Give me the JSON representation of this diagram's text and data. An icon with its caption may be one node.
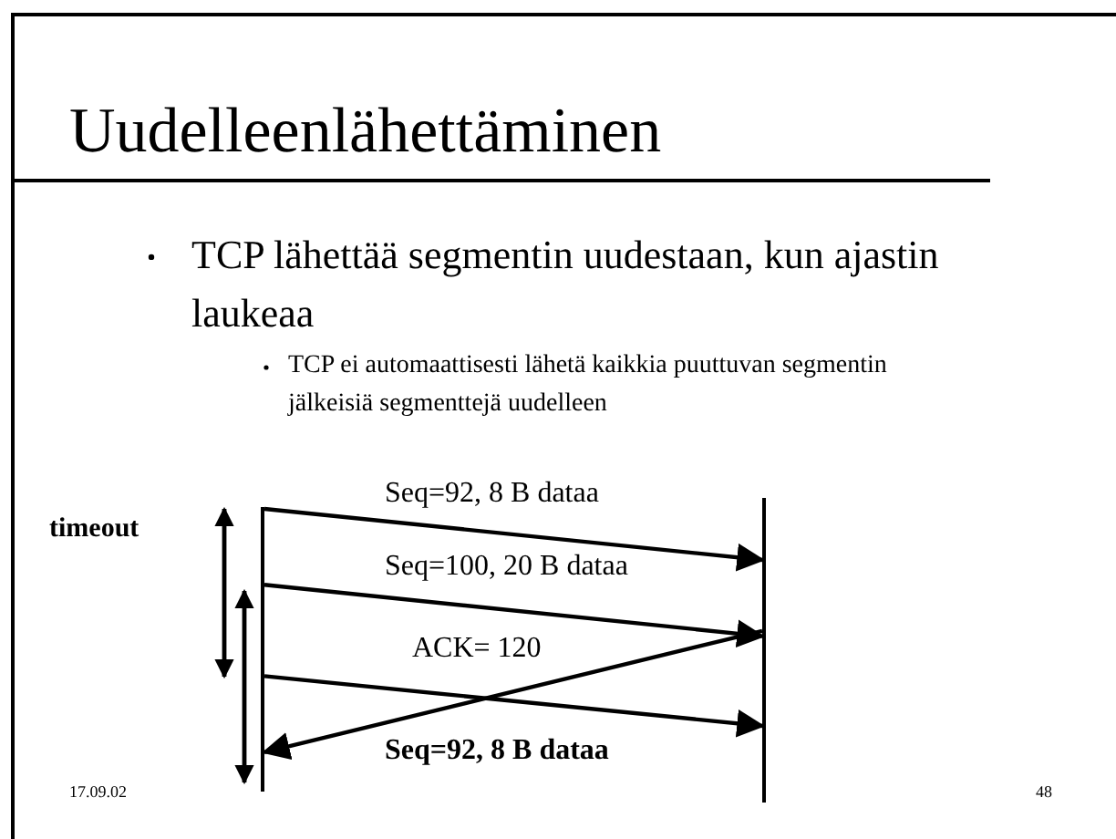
{
  "diagram": {
    "title": "Uudelleenlähettäminen",
    "nodes": [
      {
        "text": [],
        "shape": "bar"
      },
      {
        "text": [],
        "shape": "bar"
      }
    ],
    "edges": [
      {
        "from": 0,
        "to": 1,
        "arrow": "to",
        "label": "Seq=92, 8 B dataa"
      },
      {
        "from": 0,
        "to": 1,
        "arrow": "to",
        "label": "Seq=100, 20 B dataa"
      },
      {
        "from": 1,
        "to": 0,
        "arrow": "to",
        "label": "ACK= 120"
      },
      {
        "from": 0,
        "to": 1,
        "arrow": "to",
        "label": "Seq=92, 8 B dataa"
      }
    ],
    "labels": [
      "TCP lähettää segmentin uudestaan, kun ajastin laukeaa",
      "TCP ei automaattisesti lähetä kaikkia puuttuvan segmentin jälkeisiä segmenttejä uudelleen",
      "timeout",
      "17.09.02",
      "48"
    ]
  }
}
